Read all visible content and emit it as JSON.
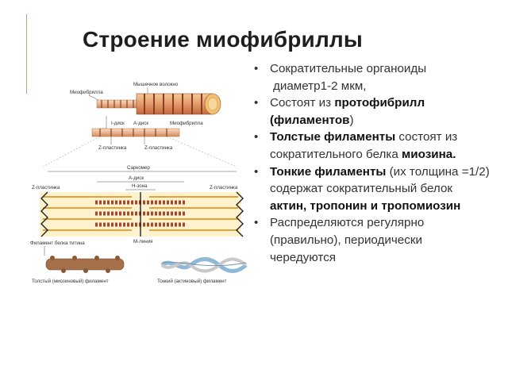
{
  "title": "Строение миофибриллы",
  "diagram": {
    "labels": {
      "myofibril": "Миофибрилла",
      "muscle_fiber": "Мышечное волокно",
      "i_disk": "I-диск",
      "a_disk": "А-диск",
      "myofibril2": "Миофибрилла",
      "z_plate_1": "Z-пластинка",
      "z_plate_2": "Z-пластинка",
      "sarcomere": "Саркомер",
      "a_disk2": "А-диск",
      "h_zone": "Н-зона",
      "z_plate_left": "Z-пластинка",
      "z_plate_right": "Z-пластинка",
      "m_line": "М-линия",
      "titin": "Филамент белка титина",
      "thick": "Толстый (миозиновый) филамент",
      "thin": "Тонкий (актиновый) филамент"
    }
  },
  "bullets": [
    {
      "parts": [
        {
          "t": "Сократительные органоиды",
          "b": false
        }
      ],
      "cont": "диаметр1-2 мкм,"
    },
    {
      "parts": [
        {
          "t": "Состоят из ",
          "b": false
        },
        {
          "t": "протофибрилл (филаментов",
          "b": true
        },
        {
          "t": ")",
          "b": false
        }
      ]
    },
    {
      "parts": [
        {
          "t": "Толстые филаменты",
          "b": true
        },
        {
          "t": " состоят из сократительного белка ",
          "b": false
        },
        {
          "t": "миозина.",
          "b": true
        }
      ]
    },
    {
      "parts": [
        {
          "t": "Тонкие филаменты",
          "b": true
        },
        {
          "t": " (их толщина =1/2) содержат сократительный белок ",
          "b": false
        },
        {
          "t": "актин, тропонин и тропомиозин",
          "b": true
        }
      ]
    },
    {
      "parts": [
        {
          "t": "Распределяются регулярно (правильно), периодически чередуются",
          "b": false
        }
      ]
    }
  ]
}
